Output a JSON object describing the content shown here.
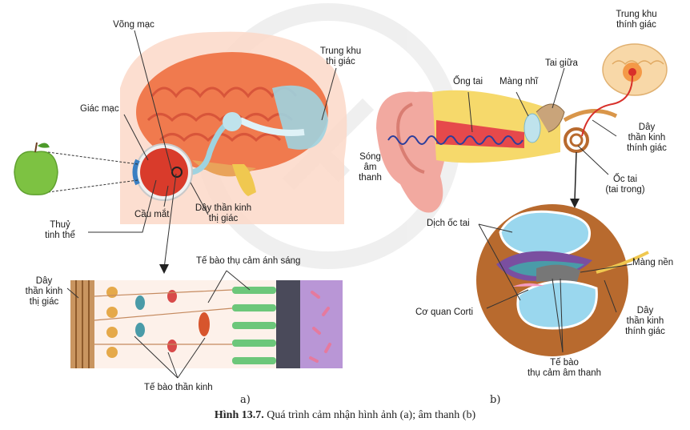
{
  "figure": {
    "caption_number": "Hình 13.7.",
    "caption_text": "Quá trình cảm nhận hình ảnh (a); âm thanh (b)"
  },
  "panel_a": {
    "sub_label": "a)",
    "labels": {
      "vong_mac": "Võng mạc",
      "trung_khu_line1": "Trung khu",
      "trung_khu_line2": "thị giác",
      "giac_mac": "Giác mạc",
      "thuy_line1": "Thuỷ",
      "thuy_line2": "tinh thể",
      "cau_mat": "Cầu mắt",
      "day_tk_line1": "Dây thần kinh",
      "day_tk_line2": "thị giác",
      "retina_nerve_line1": "Dây",
      "retina_nerve_line2": "thần kinh",
      "retina_nerve_line3": "thị giác",
      "te_bao_anh_sang": "Tế bào thụ cảm ánh sáng",
      "te_bao_than_kinh": "Tế bào thần kinh"
    }
  },
  "panel_b": {
    "sub_label": "b)",
    "labels": {
      "trung_khu_line1": "Trung khu",
      "trung_khu_line2": "thính giác",
      "tai_giua": "Tai giữa",
      "ong_tai": "Ống tai",
      "mang_nhi": "Màng nhĩ",
      "song_line1": "Sóng",
      "song_line2": "âm",
      "song_line3": "thanh",
      "day_tk_line1": "Dây",
      "day_tk_line2": "thần kinh",
      "day_tk_line3": "thính giác",
      "oc_tai_line1": "Ốc tai",
      "oc_tai_line2": "(tai trong)",
      "dich_oc_tai": "Dịch ốc tai",
      "mang_nen": "Màng nền",
      "co_quan_corti": "Cơ quan Corti",
      "day2_line1": "Dây",
      "day2_line2": "thần kinh",
      "day2_line3": "thính giác",
      "te_bao_line1": "Tế bào",
      "te_bao_line2": "thụ cảm âm thanh"
    }
  },
  "colors": {
    "brain": "#f07a4e",
    "brain_dark": "#d8553a",
    "skin": "#f3b8a0",
    "apple": "#7dc242",
    "nerve_blue": "#9fd3e0",
    "ear": "#f2a9a0",
    "cochlea_fluid": "#9ad7ee",
    "cochlea_brown": "#b86a2e",
    "purple": "#7a4fa0",
    "wave": "#2c3e9c"
  }
}
